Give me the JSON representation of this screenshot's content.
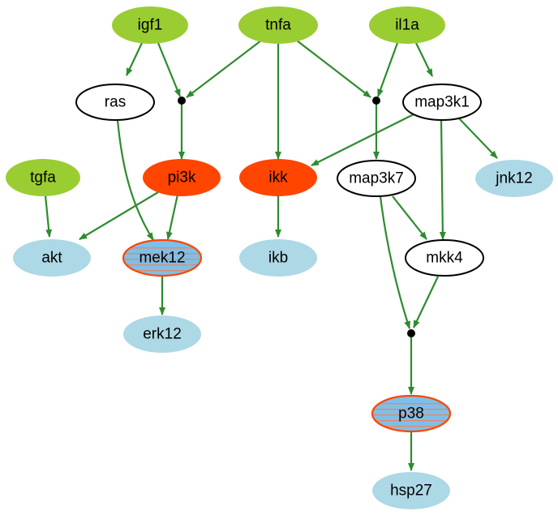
{
  "diagram": {
    "colors": {
      "stimulus": "#9acd32",
      "inhibited": "#ff4500",
      "readout": "#add8e6",
      "readout_inhibited": "#7ebfe9",
      "intermediate": "#ffffff",
      "edge": "#2e8b2e",
      "outline": "#000000",
      "inhibit_outline": "#ff4500",
      "stripe": "#e08a6a"
    },
    "nodes": {
      "igf1": "igf1",
      "tnfa": "tnfa",
      "il1a": "il1a",
      "ras": "ras",
      "map3k1": "map3k1",
      "tgfa": "tgfa",
      "pi3k": "pi3k",
      "ikk": "ikk",
      "map3k7": "map3k7",
      "jnk12": "jnk12",
      "akt": "akt",
      "mek12": "mek12",
      "ikb": "ikb",
      "mkk4": "mkk4",
      "erk12": "erk12",
      "p38": "p38",
      "hsp27": "hsp27"
    }
  }
}
